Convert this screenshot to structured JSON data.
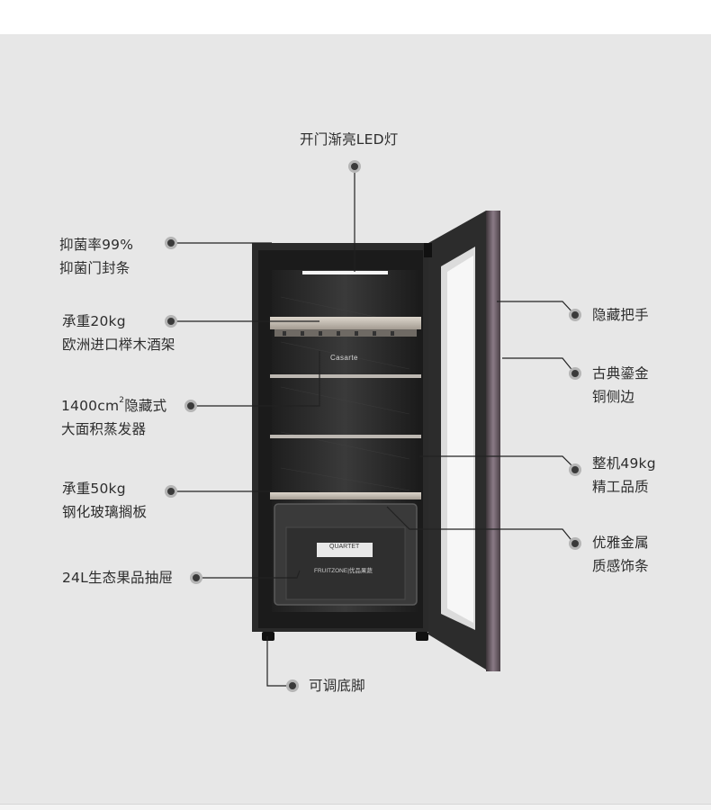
{
  "callouts": {
    "led": "开门渐亮LED灯",
    "antibac_1": "抑菌率99%",
    "antibac_2": "抑菌门封条",
    "rack_1": "承重20kg",
    "rack_2": "欧洲进口榉木酒架",
    "evap_1a": "1400cm",
    "evap_1b": "2",
    "evap_1c": "隐藏式",
    "evap_2": "大面积蒸发器",
    "glass_1": "承重50kg",
    "glass_2": "钢化玻璃搁板",
    "drawer": "24L生态果品抽屉",
    "feet": "可调底脚",
    "handle": "隐藏把手",
    "trim_1": "古典鎏金",
    "trim_2": "铜侧边",
    "weight_1": "整机49kg",
    "weight_2": "精工品质",
    "strip_1": "优雅金属",
    "strip_2": "质感饰条"
  },
  "product": {
    "brand": "Casarte",
    "drawer_badge": "QUARTET",
    "drawer_label_a": "FRUITZONE",
    "drawer_label_b": "优品果蔬"
  },
  "colors": {
    "panel_bg": "#e7e7e7",
    "fridge_body": "#2b2b2b",
    "door_trim": "#6e5f6a",
    "text": "#2d2d2d"
  }
}
